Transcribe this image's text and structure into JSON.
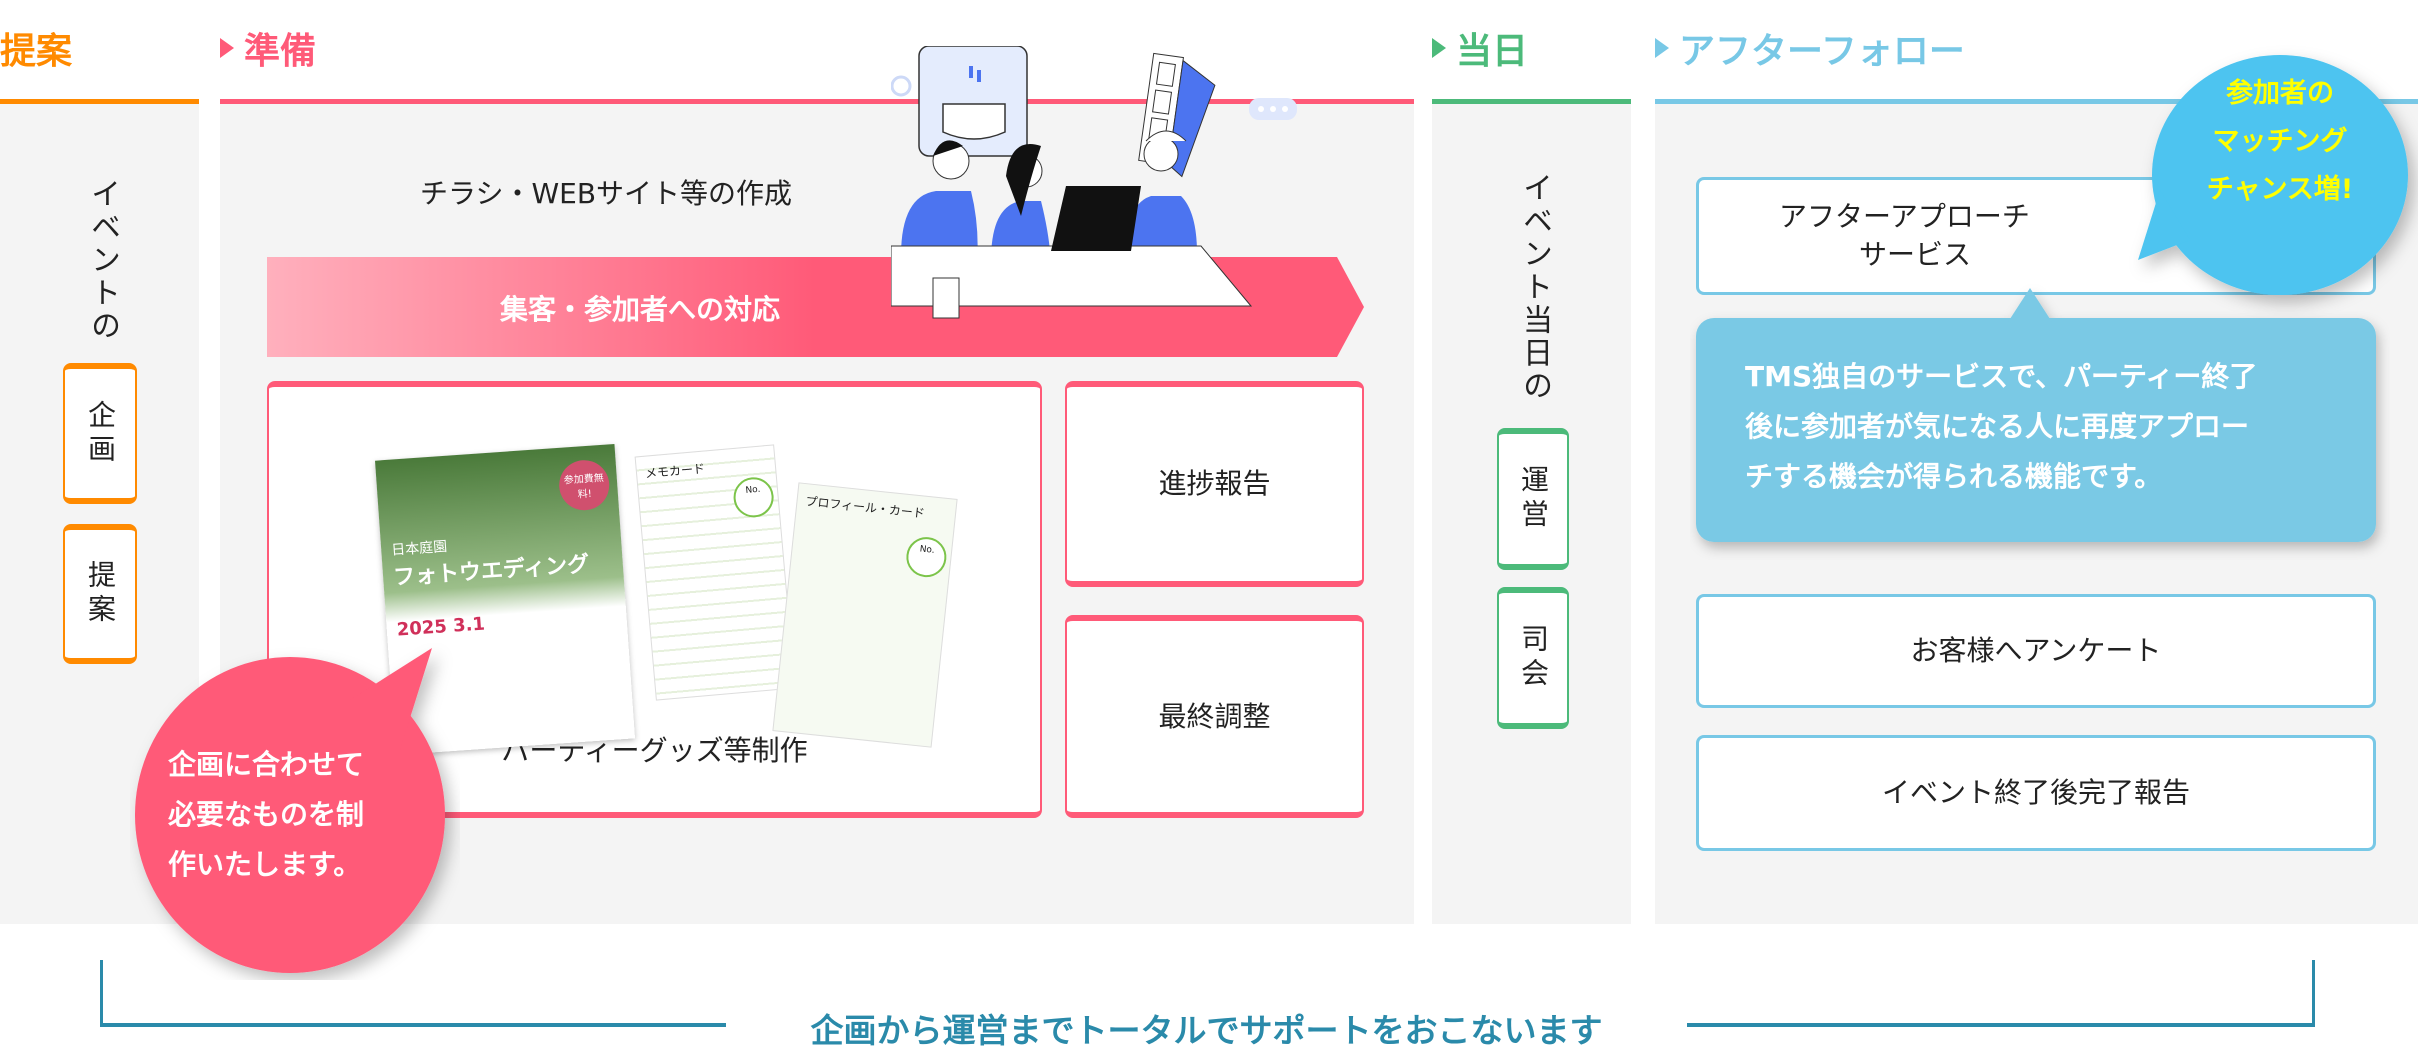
{
  "colors": {
    "proposal": "#ff8a00",
    "prep": "#ff5a78",
    "day": "#4cba7a",
    "after": "#78c8e6",
    "bubble_blue": "#4dc4f0",
    "bubble_text": "#ffff00",
    "footer": "#2a8aaa"
  },
  "phases": {
    "proposal": {
      "title": "提案",
      "vertical_text": "イベントの",
      "boxes": [
        "企画",
        "提案"
      ]
    },
    "prep": {
      "title": "準備",
      "flyer_text": "チラシ・WEBサイト等の作成",
      "banner": "集客・参加者への対応",
      "goods_label": "パーティーグッズ等制作",
      "boxes": [
        "進捗報告",
        "最終調整"
      ],
      "bubble": [
        "企画に合わせて",
        "必要なものを制",
        "作いたします。"
      ],
      "goods_images": {
        "flyer_title": "フォトウエディング",
        "flyer_subtitle": "日本庭園",
        "flyer_date": "2025 3.1",
        "flyer_badge": "参加費無料!",
        "memo_card": "メモカード",
        "profile_card": "プロフィール・カード",
        "card_no": "No."
      }
    },
    "day": {
      "title": "当日",
      "vertical_text": "イベント当日の",
      "boxes": [
        "運営",
        "司会"
      ]
    },
    "after": {
      "title": "アフターフォロー",
      "service_box": [
        "アフターアプローチ",
        "サービス"
      ],
      "callout": [
        "TMS独自のサービスで、パーティー終了",
        "後に参加者が気になる人に再度アプロー",
        "チする機会が得られる機能です。"
      ],
      "bubble": [
        "参加者の",
        "マッチング",
        "チャンス増!"
      ],
      "boxes": [
        "お客様へアンケート",
        "イベント終了後完了報告"
      ]
    }
  },
  "footer": "企画から運営までトータルでサポートをおこないます"
}
